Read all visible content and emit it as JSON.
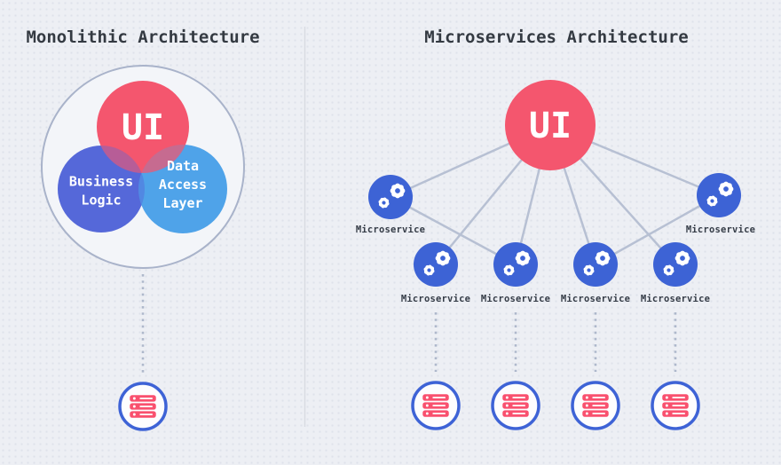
{
  "colors": {
    "background": "#edeff4",
    "ui_red": "#f4566e",
    "business_blue": "#5568d9",
    "data_access_blue": "#4fa3e9",
    "service_blue": "#3d63d5",
    "db_icon_pink": "#f9506e",
    "db_ring_blue": "#3e63d6",
    "connection_line": "#b7c0d3",
    "outer_ring": "#a9b3ca",
    "title_text": "#343a42",
    "label_text": "#353c47"
  },
  "monolith": {
    "title": "Monolithic Architecture",
    "ui_label": "UI",
    "business_lines": [
      "Business",
      "Logic"
    ],
    "data_access_lines": [
      "Data",
      "Access",
      "Layer"
    ]
  },
  "microservices": {
    "title": "Microservices Architecture",
    "ui_label": "UI",
    "nodes": [
      {
        "label": "Microservice"
      },
      {
        "label": "Microservice"
      },
      {
        "label": "Microservice"
      },
      {
        "label": "Microservice"
      },
      {
        "label": "Microservice"
      },
      {
        "label": "Microservice"
      }
    ]
  }
}
